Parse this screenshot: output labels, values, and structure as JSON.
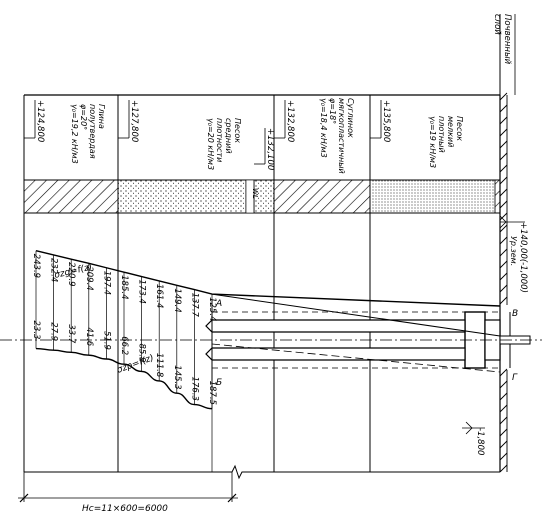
{
  "header": {
    "layer_column_title": [
      "Почвенный",
      "слой"
    ]
  },
  "ground_marks": {
    "top_surface": "+140,00(-1,000)",
    "top_surface_note": "Ур.зем.",
    "bottom_mark": "-1,800"
  },
  "layers": [
    {
      "id": "sand-medium-dense",
      "elevation": "+135,800",
      "lines": [
        "Песок",
        "мелкий",
        "плотный",
        "γ₀=19 кН/м3"
      ]
    },
    {
      "id": "loam",
      "elevation": "+132,800",
      "lines": [
        "Суглинок",
        "мягкопластичный",
        "φ=18°",
        "γ₀=18,4 кН/м3"
      ]
    },
    {
      "id": "groundwater",
      "elevation": "+132,100",
      "lines": []
    },
    {
      "id": "sand-medium",
      "elevation": "+127,800",
      "lines": [
        "Песок",
        "средний",
        "плотности",
        "γ₀=20 кН/м3"
      ]
    },
    {
      "id": "clay-semisolid",
      "elevation": "+124,800",
      "lines": [
        "Глина",
        "полутвердая",
        "φ=20°",
        "γ₀=19,2 кН/м3"
      ]
    }
  ],
  "groundwater_symbol": "WL",
  "points": {
    "a": "А",
    "b": "Б",
    "v": "В",
    "g": "Г"
  },
  "curves": {
    "zg_label": "σzg=f(z)",
    "zp_label": "σzp=f(z)"
  },
  "chart_data": {
    "type": "line",
    "series": [
      {
        "name": "σzg=f(z)",
        "values": [
          125.4,
          137.7,
          149.4,
          161.4,
          173.4,
          185.4,
          197.4,
          209.4,
          220.9,
          232.4,
          243.9
        ]
      },
      {
        "name": "σzp=f(z)",
        "values": [
          187.5,
          176.3,
          145.3,
          111.8,
          85.9,
          66.2,
          51.9,
          41.6,
          33.7,
          27.9,
          23.3
        ]
      }
    ],
    "value_labels_zg": [
      "125.4",
      "137.7",
      "149.4",
      "161.4",
      "173.4",
      "185.4",
      "197.4",
      "209.4",
      "220.9",
      "232.4",
      "243.9"
    ],
    "value_labels_zp": [
      "187.5",
      "176.3",
      "145.3",
      "111.8",
      "85.9",
      "66.2",
      "51.9",
      "41.6",
      "33.7",
      "27.9",
      "23.3"
    ]
  },
  "dimension": {
    "label": "Hс=11×600=6000"
  }
}
